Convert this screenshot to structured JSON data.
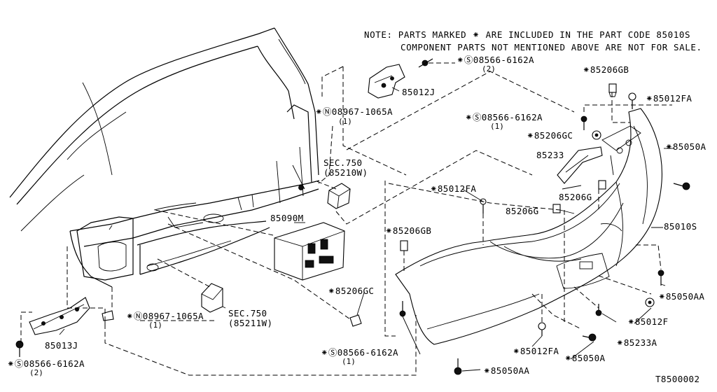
{
  "note": {
    "line1": "NOTE: PARTS MARKED ⁕ ARE INCLUDED IN THE PART CODE 85010S",
    "line2": "COMPONENT PARTS NOT MENTIONED ABOVE ARE NOT FOR SALE."
  },
  "labels": {
    "l_85206gb_top": "⁕85206GB",
    "l_08566_top": "⁕Ⓢ08566-6162A",
    "q_08566_top": "(2)",
    "l_85012fa_top": "⁕85012FA",
    "l_85012j": "85012J",
    "l_08967_top": "⁕Ⓝ08967-1065A",
    "q_08967_top": "(1)",
    "l_08566_mid": "⁕Ⓢ08566-6162A",
    "q_08566_mid": "(1)",
    "l_85206gc_top": "⁕85206GC",
    "l_85050a_right": "⁕85050A",
    "l_sec750_top": "SEC.750",
    "l_85210w": "(85210W)",
    "l_85233": "85233",
    "l_85012fa_mid": "⁕85012FA",
    "l_85206g_right": "85206G",
    "l_85206g_mid": "85206G",
    "l_85090m": "85090M",
    "l_85010s": "85010S",
    "l_85206gb_mid": "⁕85206GB",
    "l_85050aa_right": "⁕85050AA",
    "l_85012f": "⁕85012F",
    "l_85206gc_low": "⁕85206GC",
    "l_08967_low": "⁕Ⓝ08967-1065A",
    "q_08967_low": "(1)",
    "l_sec750_low": "SEC.750",
    "l_85211w": "(85211W)",
    "l_85233a": "⁕85233A",
    "l_85012fa_low": "⁕85012FA",
    "l_85050a_low": "⁕85050A",
    "l_85013j": "85013J",
    "l_08566_low": "⁕Ⓢ08566-6162A",
    "q_08566_low": "(1)",
    "l_08566_left": "⁕Ⓢ08566-6162A",
    "q_08566_left": "(2)",
    "l_85050aa_low": "⁕85050AA",
    "diagram_code": "T8500002"
  }
}
